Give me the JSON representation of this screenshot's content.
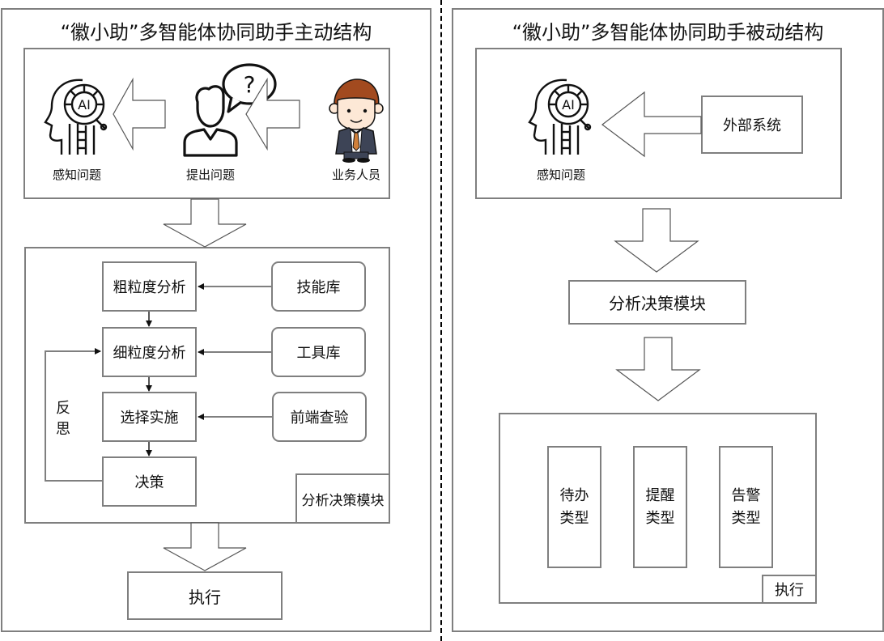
{
  "left_panel": {
    "title": "“徽小助”多智能体协同助手主动结构",
    "top_section": {
      "items": [
        {
          "label": "感知问题",
          "icon": "ai-head-icon"
        },
        {
          "label": "提出问题",
          "icon": "person-question-icon"
        },
        {
          "label": "业务人员",
          "icon": "business-person-icon"
        }
      ]
    },
    "analysis_module": {
      "tag": "分析决策模块",
      "steps": [
        "粗粒度分析",
        "细粒度分析",
        "选择实施",
        "决策"
      ],
      "resources": [
        "技能库",
        "工具库",
        "前端查验"
      ],
      "feedback_label": "反思"
    },
    "execute_label": "执行"
  },
  "right_panel": {
    "title": "“徽小助”多智能体协同助手被动结构",
    "top_section": {
      "perceive_label": "感知问题",
      "source_label": "外部系统"
    },
    "analysis_label": "分析决策模块",
    "execute": {
      "tag": "执行",
      "types": [
        {
          "line1": "待办",
          "line2": "类型"
        },
        {
          "line1": "提醒",
          "line2": "类型"
        },
        {
          "line1": "告警",
          "line2": "类型"
        }
      ]
    }
  },
  "colors": {
    "border": "#7f7f7f",
    "line": "#000000",
    "suit": "#3d4456",
    "hair": "#a24a1f",
    "tie": "#d0803a",
    "skin": "#fde8d6"
  }
}
